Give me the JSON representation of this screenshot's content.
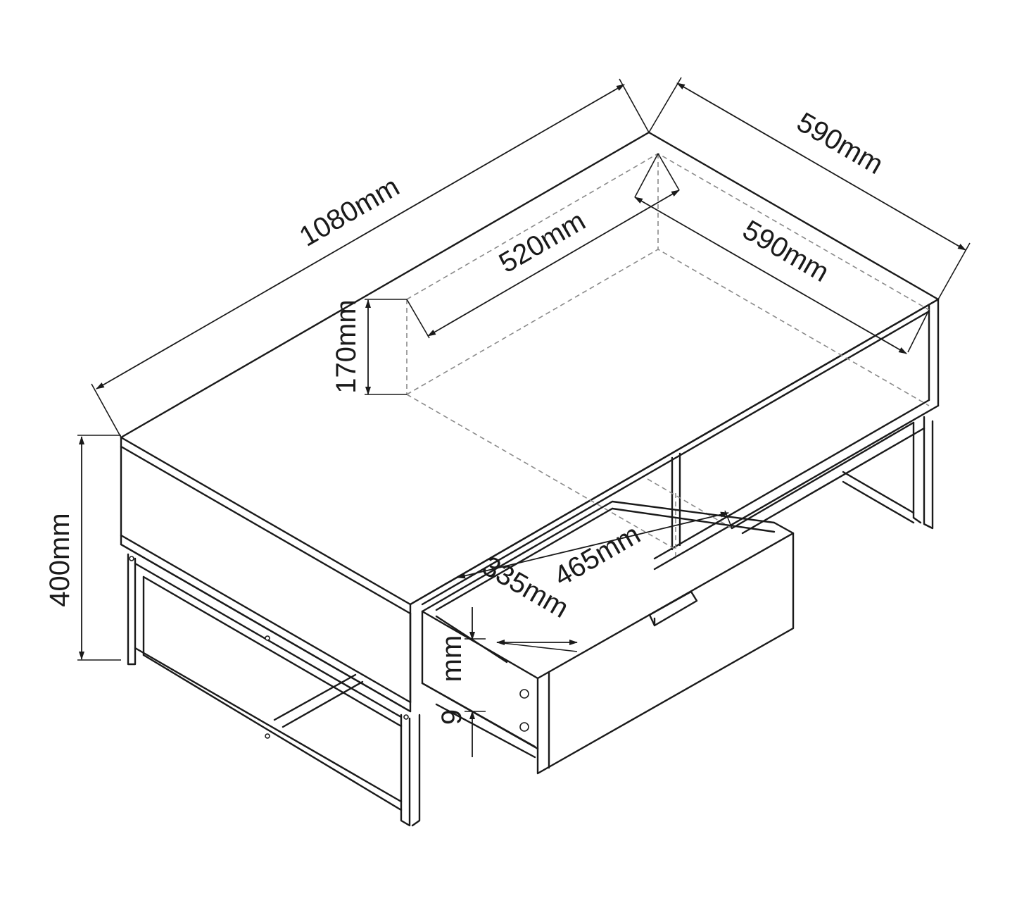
{
  "dimensions": {
    "overall_length": "1080mm",
    "overall_depth": "590mm",
    "inner_width": "520mm",
    "inner_depth": "590mm",
    "shelf_height": "170mm",
    "overall_height": "400mm",
    "drawer_width": "465mm",
    "drawer_depth": "335mm",
    "drawer_height_value": "9",
    "drawer_height_unit": "mm"
  },
  "colors": {
    "line": "#1a1a1a",
    "hidden_line": "#8a8a8a",
    "background": "#ffffff"
  }
}
